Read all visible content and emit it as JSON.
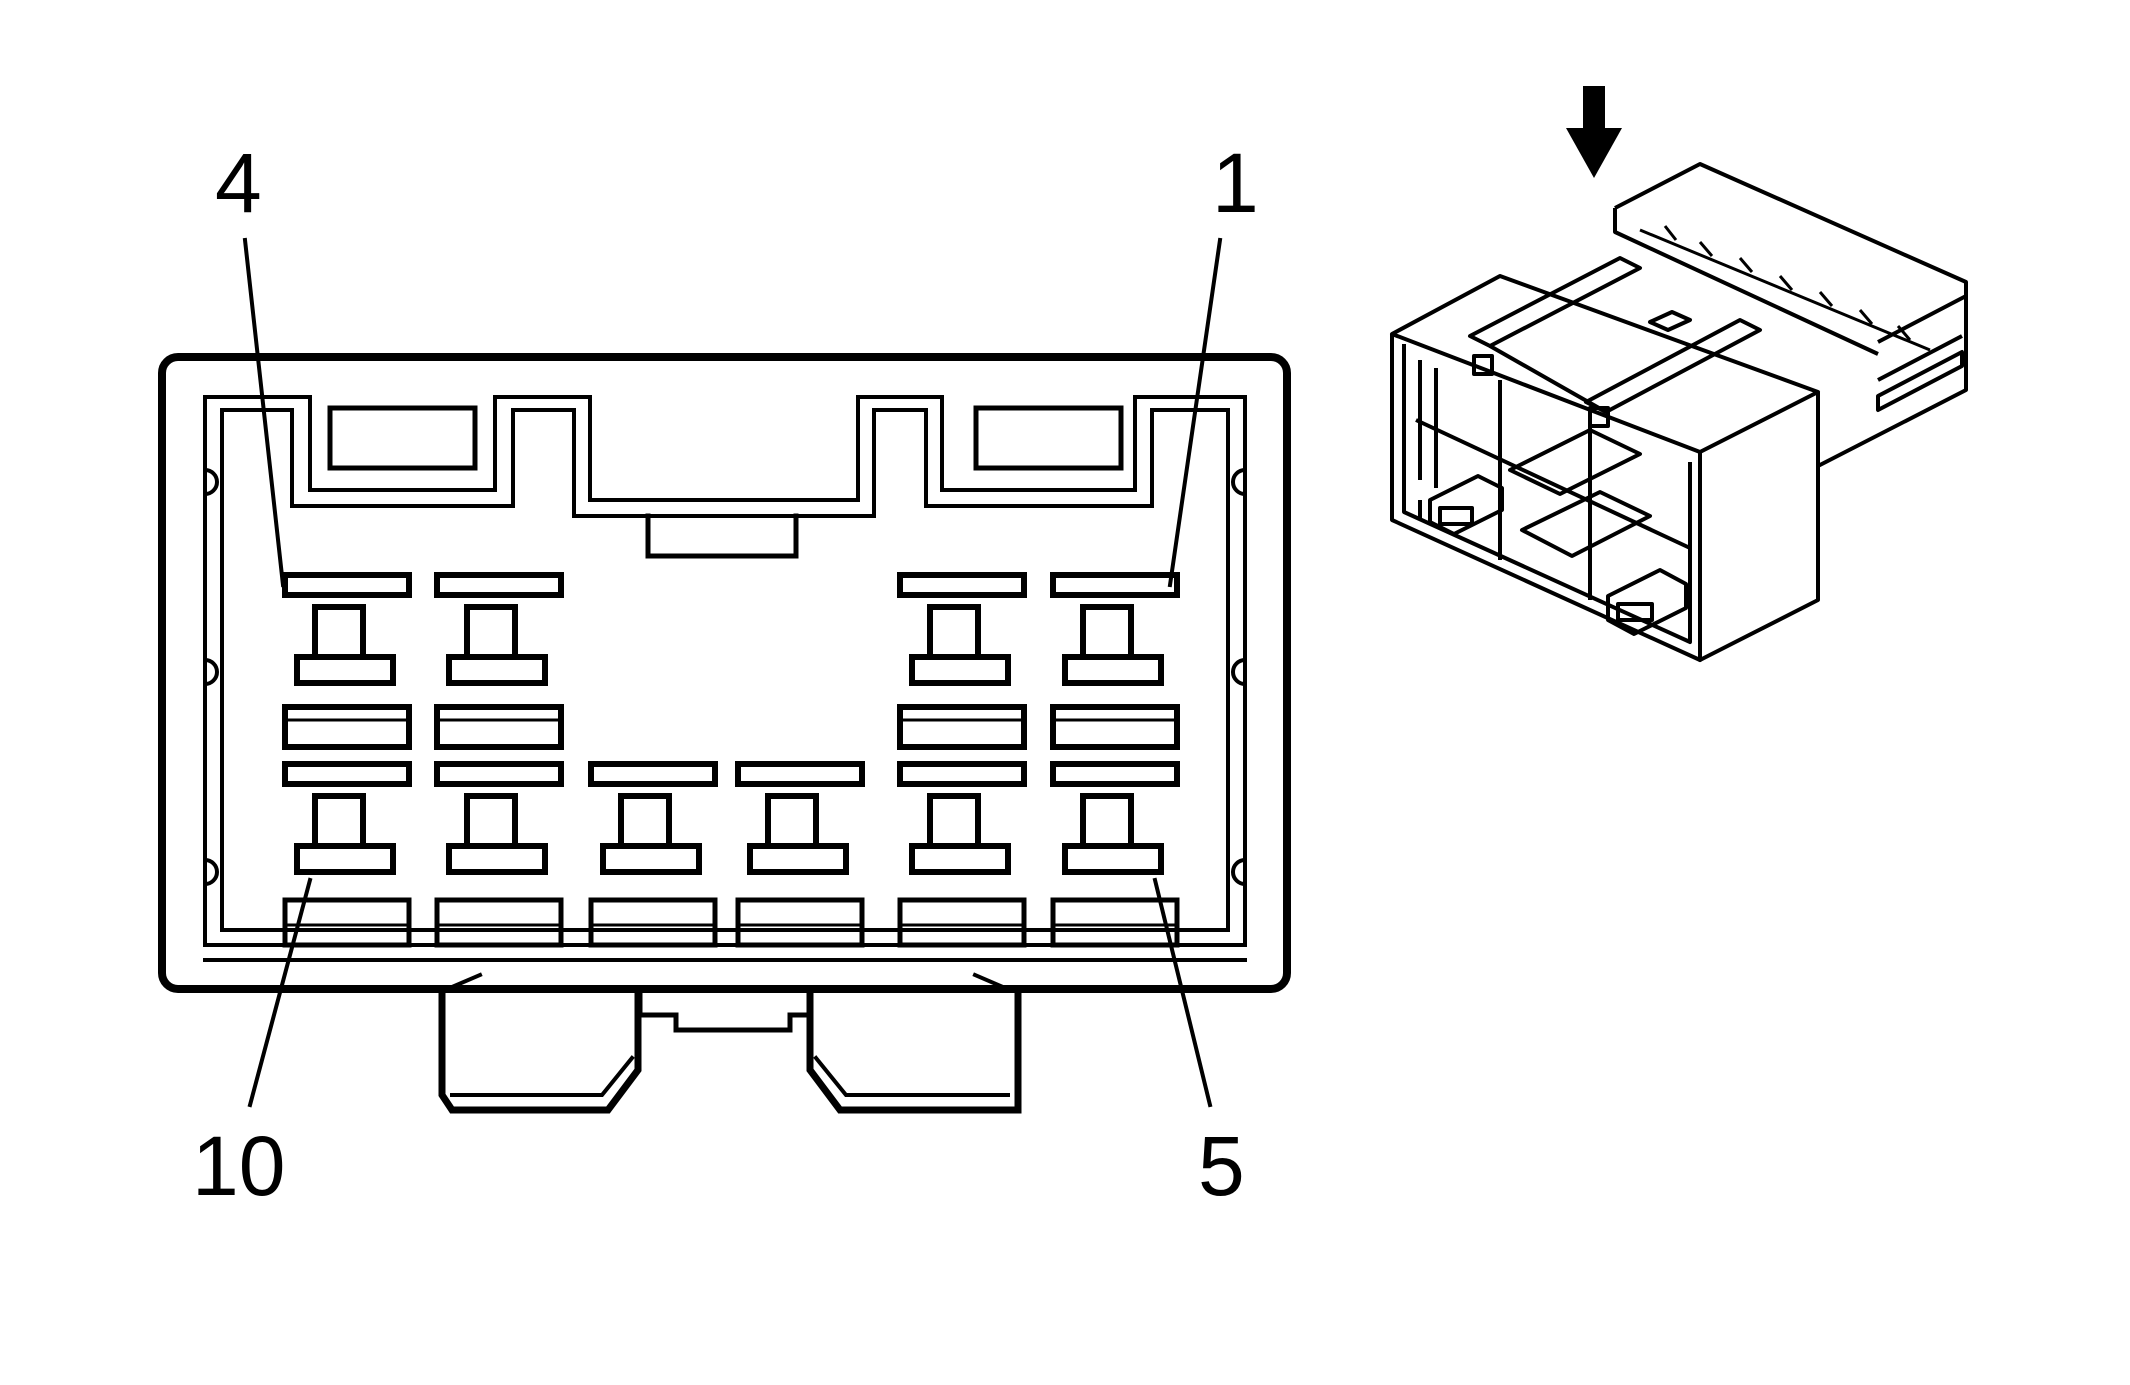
{
  "diagram": {
    "pin_labels": {
      "top_left": "4",
      "top_right": "1",
      "bottom_left": "10",
      "bottom_right": "5"
    },
    "colors": {
      "ink": "#000000",
      "paper": "#ffffff"
    },
    "icons": {
      "insertion_arrow": "down-arrow-icon",
      "connector_isometric": "connector-3d-illustration"
    }
  }
}
